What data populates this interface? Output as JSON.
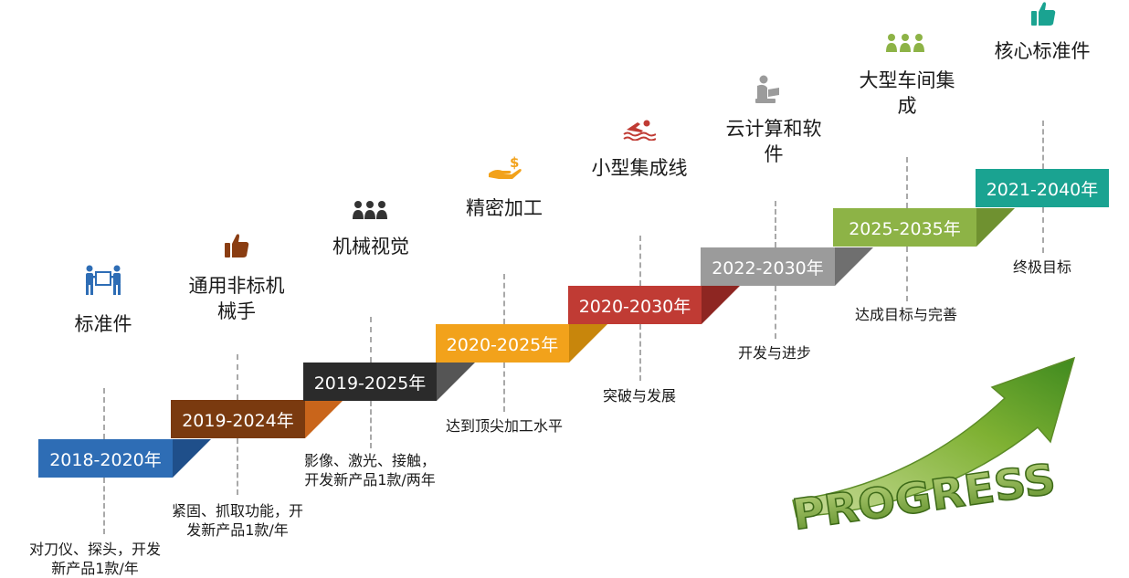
{
  "colors": {
    "s1": "#2e6db5",
    "s1_dark": "#1f4f8a",
    "s2": "#7a3a0f",
    "s2_dark": "#c9651b",
    "s3": "#2b2b2b",
    "s3_dark": "#555555",
    "s4": "#f2a21b",
    "s4_dark": "#c8860c",
    "s5": "#c03b34",
    "s5_dark": "#8e2622",
    "s6": "#9b9b9b",
    "s6_dark": "#6f6f6f",
    "s7": "#8db346",
    "s7_dark": "#6f9130",
    "s8": "#1aa391",
    "s8_dark": "#0f7a6c"
  },
  "steps": [
    {
      "years": "2018-2020年",
      "title": "标准件",
      "desc": "对刀仪、探头，开发\n新产品1款/年",
      "icon": "movers-icon",
      "icon_color": "#2e6db5"
    },
    {
      "years": "2019-2024年",
      "title": "通用非标机\n械手",
      "desc": "紧固、抓取功能，开\n发新产品1款/年",
      "icon": "thumbs-up-icon",
      "icon_color": "#8a3d12"
    },
    {
      "years": "2019-2025年",
      "title": "机械视觉",
      "desc": "影像、激光、接触，\n开发新产品1款/两年",
      "icon": "team-icon",
      "icon_color": "#333333"
    },
    {
      "years": "2020-2025年",
      "title": "精密加工",
      "desc": "达到顶尖加工水平",
      "icon": "money-hand-icon",
      "icon_color": "#f2a21b"
    },
    {
      "years": "2020-2030年",
      "title": "小型集成线",
      "desc": "突破与发展",
      "icon": "swimmer-icon",
      "icon_color": "#c03b34"
    },
    {
      "years": "2022-2030年",
      "title": "云计算和软\n件",
      "desc": "开发与进步",
      "icon": "reader-icon",
      "icon_color": "#9b9b9b"
    },
    {
      "years": "2025-2035年",
      "title": "大型车间集\n成",
      "desc": "达成目标与完善",
      "icon": "group-icon",
      "icon_color": "#8db346"
    },
    {
      "years": "2021-2040年",
      "title": "核心标准件",
      "desc": "终极目标",
      "icon": "thumbs-up-icon",
      "icon_color": "#1aa391"
    }
  ],
  "progress_word": "PROGRESS"
}
